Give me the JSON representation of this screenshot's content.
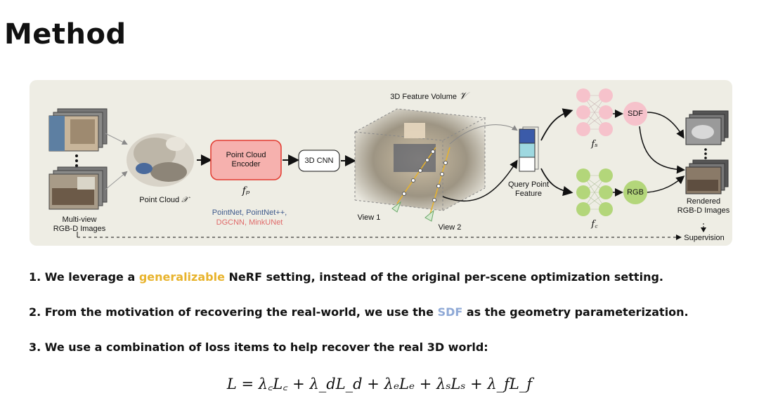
{
  "slide_title": "Method",
  "diagram": {
    "input_label": "Multi-view\nRGB-D Images",
    "point_cloud_label": "Point Cloud",
    "point_cloud_symbol": "𝒳",
    "encoder_label": "Point Cloud\nEncoder",
    "encoder_fn": "fₚ",
    "encoder_examples": {
      "pointnet": "PointNet,",
      "pointnetpp": "PointNet++,",
      "dgcnn": "DGCNN,",
      "minkunet": "MinkUNet"
    },
    "cnn_label": "3D CNN",
    "volume_label": "3D Feature Volume",
    "volume_symbol": "𝒱",
    "view1_label": "View 1",
    "view2_label": "View 2",
    "query_label": "Query Point\nFeature",
    "sdf_label": "SDF",
    "rgb_label": "RGB",
    "fs_label": "fₛ",
    "fc_label": "f꜀",
    "output_label": "Rendered\nRGB-D Images",
    "supervision_label": "Supervision",
    "colors": {
      "encoder_fill": "#f6b1ae",
      "encoder_border": "#e23b30",
      "sdf_node": "#f6c2cb",
      "rgb_node": "#b3d67a",
      "pointnet_text": "#3f5a8c",
      "dgcnn_text": "#e06a6a"
    }
  },
  "bullets": {
    "b1_pre": "1. We leverage a ",
    "b1_hl": "generalizable",
    "b1_post": " NeRF setting, instead of the original per-scene optimization setting.",
    "b2_pre": "2. From the motivation of recovering the real-world, we use the ",
    "b2_hl": "SDF",
    "b2_post": " as the geometry parameterization.",
    "b3": "3. We use a combination of loss items to help recover the real 3D world:"
  },
  "formula": "L = λ꜀L꜀ + λ_dL_d + λₑLₑ + λₛLₛ + λ_fL_f"
}
